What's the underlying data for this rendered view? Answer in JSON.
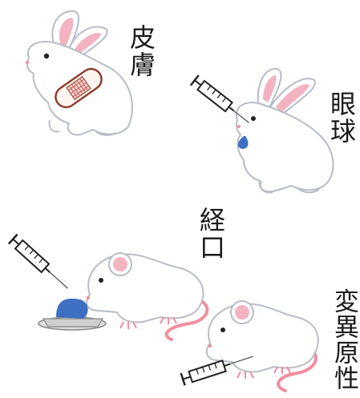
{
  "labels": {
    "skin": "皮膚",
    "eye": "眼球",
    "oral": "経口",
    "mutagenicity": "変異原性"
  },
  "colors": {
    "outline": "#b7bcc6",
    "ear_pink": "#f3b3c0",
    "bandage": "#8c3a2a",
    "drop_blue": "#3f6fc2",
    "tail_pink": "#f08e9e"
  }
}
